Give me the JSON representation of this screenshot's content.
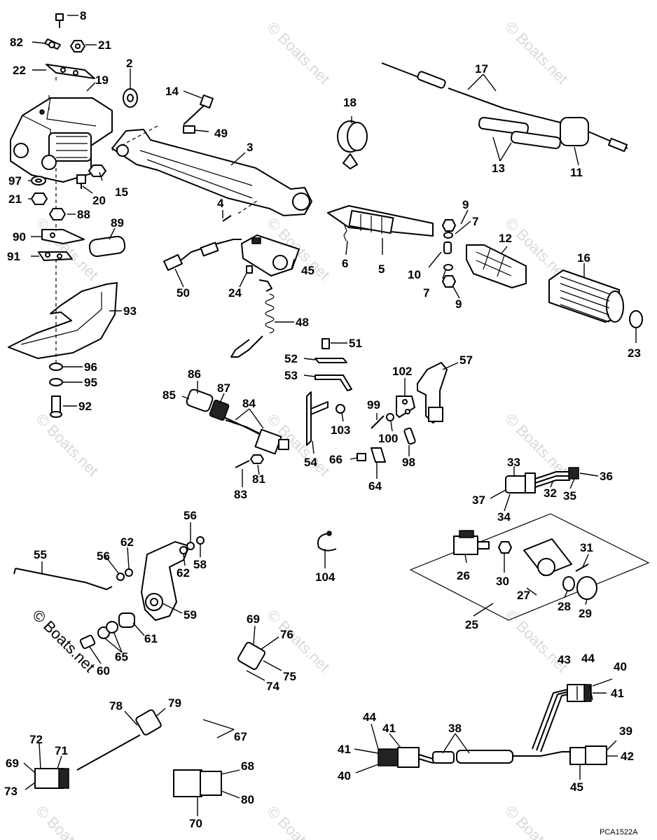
{
  "figure_code": "PCA1522A",
  "watermark_text": "© Boats.net",
  "accent_color": "#000000",
  "callouts": {
    "c2": "2",
    "c3": "3",
    "c4": "4",
    "c5": "5",
    "c6": "6",
    "c7a": "7",
    "c7b": "7",
    "c8": "8",
    "c9a": "9",
    "c9b": "9",
    "c10": "10",
    "c11": "11",
    "c12": "12",
    "c13": "13",
    "c14": "14",
    "c15": "15",
    "c16": "16",
    "c17": "17",
    "c18": "18",
    "c19": "19",
    "c20": "20",
    "c21a": "21",
    "c21b": "21",
    "c22": "22",
    "c23": "23",
    "c24": "24",
    "c25": "25",
    "c26": "26",
    "c27": "27",
    "c28": "28",
    "c29": "29",
    "c30": "30",
    "c31": "31",
    "c32": "32",
    "c33": "33",
    "c34": "34",
    "c35": "35",
    "c36": "36",
    "c37": "37",
    "c38": "38",
    "c39": "39",
    "c40a": "40",
    "c40b": "40",
    "c41a": "41",
    "c41b": "41",
    "c41c": "41",
    "c42": "42",
    "c43": "43",
    "c44a": "44",
    "c44b": "44",
    "c45a": "45",
    "c45b": "45",
    "c48": "48",
    "c49": "49",
    "c50": "50",
    "c51": "51",
    "c52": "52",
    "c53": "53",
    "c54": "54",
    "c55": "55",
    "c56a": "56",
    "c56b": "56",
    "c57": "57",
    "c58": "58",
    "c59": "59",
    "c60": "60",
    "c61": "61",
    "c62a": "62",
    "c62b": "62",
    "c64": "64",
    "c65": "65",
    "c66": "66",
    "c67": "67",
    "c68": "68",
    "c69a": "69",
    "c69b": "69",
    "c70": "70",
    "c71": "71",
    "c72": "72",
    "c73": "73",
    "c74": "74",
    "c75": "75",
    "c76": "76",
    "c78": "78",
    "c79": "79",
    "c80": "80",
    "c81": "81",
    "c82": "82",
    "c83": "83",
    "c84": "84",
    "c85": "85",
    "c86": "86",
    "c87": "87",
    "c88": "88",
    "c89": "89",
    "c90": "90",
    "c91": "91",
    "c92": "92",
    "c93": "93",
    "c95": "95",
    "c96": "96",
    "c97": "97",
    "c98": "98",
    "c99": "99",
    "c100": "100",
    "c102": "102",
    "c103": "103",
    "c104": "104"
  }
}
